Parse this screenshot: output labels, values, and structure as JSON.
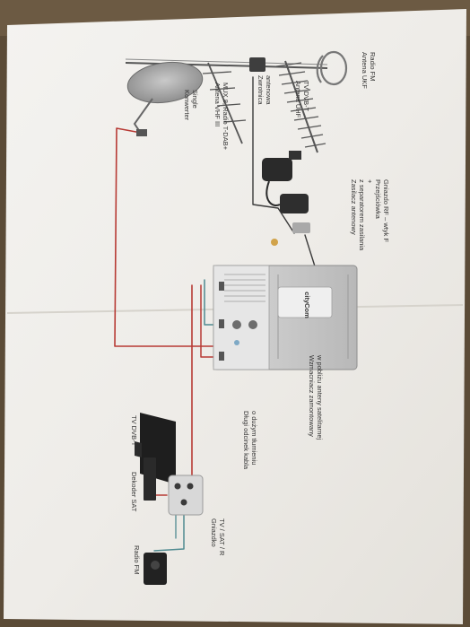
{
  "labels": {
    "antenna_ukf": [
      "Antena UKF",
      "Radio FM"
    ],
    "antenna_uhf": [
      "Antena UHF",
      "TV DVB-T"
    ],
    "coupler": [
      "Zwrotnica",
      "antenowa"
    ],
    "antenna_vhf": [
      "Antena VHF III",
      "MUX 8, Radio T-DAB+"
    ],
    "converter": [
      "Konwerter",
      "Single"
    ],
    "power_supply": [
      "Zasilacz antenowy",
      "z separatorem zasilania",
      "+",
      "Przejściówka",
      "Gniazdo RF – wtyk F"
    ],
    "amplifier_note": [
      "Wzmacniacz zamontowany",
      "w pobliżu anteny satelitarnej"
    ],
    "long_cable": [
      "Długi odcinek kabla",
      "o dużym tłumieniu"
    ],
    "tv": [
      "TV DVB-T"
    ],
    "decoder": [
      "Dekoder SAT"
    ],
    "socket": [
      "Gniazdko",
      "TV / SAT / R"
    ],
    "radio": [
      "Radio FM"
    ]
  },
  "brand": "cityCom",
  "colors": {
    "paper": "#f2f1ee",
    "cable_red": "#b73a34",
    "cable_teal": "#4f8a90",
    "cable_dark": "#3a3a3a"
  }
}
